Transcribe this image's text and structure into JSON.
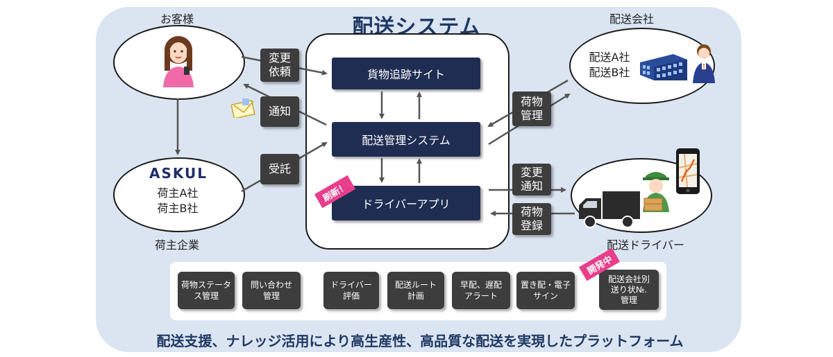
{
  "title": "配送システム",
  "nodes": {
    "customer_label": "お客様",
    "shipper_label": "荷主企業",
    "delivery_company_label": "配送会社",
    "driver_label": "配送ドライバー",
    "askul_logo": "ASKUL",
    "shipper_lines": [
      "荷主A社",
      "荷主B社"
    ],
    "delivery_company_lines": [
      "配送A社",
      "配送B社"
    ]
  },
  "core_system": {
    "tracking": "貨物追跡サイト",
    "management": "配送管理システム",
    "driver_app": "ドライバーアプリ",
    "badge_renewed": "刷新！"
  },
  "flow_labels": {
    "change_request": [
      "変更",
      "依頼"
    ],
    "notify": "通知",
    "consign": "受託",
    "cargo_manage": [
      "荷物",
      "管理"
    ],
    "change_notify": [
      "変更",
      "通知"
    ],
    "cargo_register": [
      "荷物",
      "登録"
    ]
  },
  "features": [
    [
      "荷物ステータ",
      "ス管理"
    ],
    [
      "問い合わせ",
      "管理"
    ],
    [
      "ドライバー",
      "評価"
    ],
    [
      "配送ルート",
      "計画"
    ],
    [
      "早配、遅配",
      "アラート"
    ],
    [
      "置き配・電子",
      "サイン"
    ],
    [
      "配送会社別",
      "送り状№.",
      "管理"
    ]
  ],
  "badge_in_development": "開発中",
  "tagline": "配送支援、ナレッジ活用により高生産性、高品質な配送を実現したプラットフォーム",
  "icons": [
    "customer-woman-icon",
    "envelope-icon",
    "building-icon",
    "office-worker-icon",
    "truck-icon",
    "delivery-man-icon",
    "smartphone-map-icon"
  ],
  "colors": {
    "background": "#dbe5f1",
    "navy": "#1f2d52",
    "dark_button": "#3d3d3d",
    "accent_pink": "#e83e8c",
    "title": "#1f3864"
  }
}
